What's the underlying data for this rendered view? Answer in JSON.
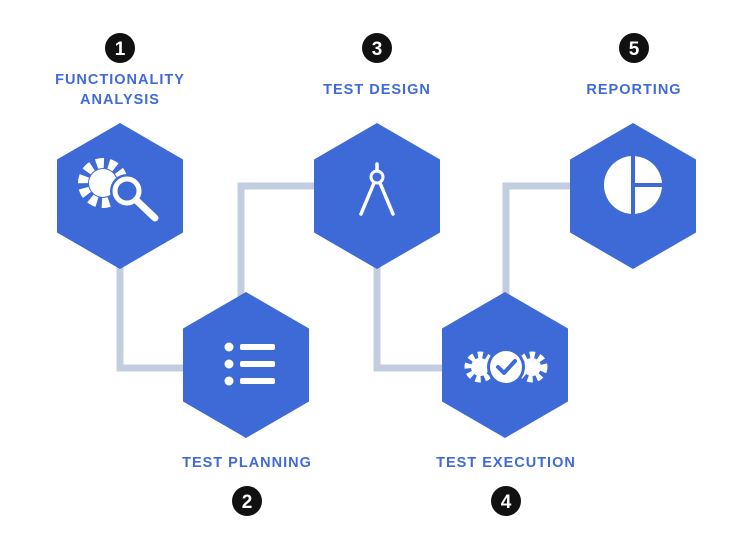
{
  "colors": {
    "hexagon": "#3d6ad6",
    "connector": "#c3cde0",
    "label": "#3f6ad8",
    "badge": "#111111",
    "badge_text": "#ffffff",
    "icon": "#ffffff"
  },
  "steps": [
    {
      "number": "1",
      "label_line1": "FUNCTIONALITY",
      "label_line2": "ANALYSIS",
      "icon": "gear-magnifier-icon"
    },
    {
      "number": "2",
      "label_line1": "TEST PLANNING",
      "icon": "list-icon"
    },
    {
      "number": "3",
      "label_line1": "TEST DESIGN",
      "icon": "compass-icon"
    },
    {
      "number": "4",
      "label_line1": "TEST EXECUTION",
      "icon": "gears-check-icon"
    },
    {
      "number": "5",
      "label_line1": "REPORTING",
      "icon": "pie-chart-icon"
    }
  ]
}
